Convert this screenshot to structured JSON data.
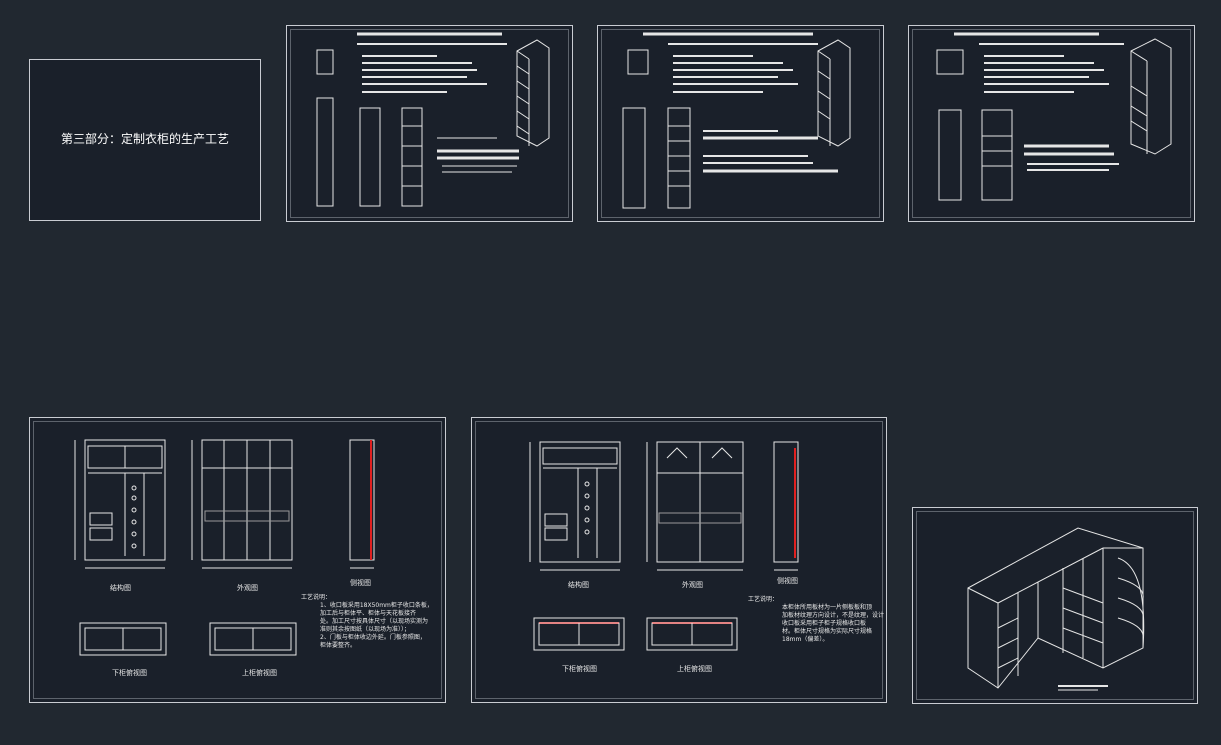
{
  "title_sheet": {
    "text": "第三部分：定制衣柜的生产工艺"
  },
  "wardrobe_sheet_1": {
    "views": {
      "interior": "结构图",
      "exterior": "外观图",
      "side": "侧视图",
      "lower": "下柜俯视图",
      "upper": "上柜俯视图"
    },
    "notes_title": "工艺说明：",
    "notes": "1、收口板采用18X50mm柜子收口条板，\n  加工后与柜体平、柜体与天花板接齐\n  处。加工尺寸按具体尺寸（以现场实测为\n  准则其余按图纸（以现场为准））；\n2、门板与柜体收边外延。门板参照图，\n  柜体要整齐。"
  },
  "wardrobe_sheet_2": {
    "views": {
      "interior": "结构图",
      "exterior": "外观图",
      "side": "侧视图",
      "lower": "下柜俯视图",
      "upper": "上柜俯视图"
    },
    "notes_title": "工艺说明：",
    "notes": "本柜体所用板材为一片侧板板和顶\n加板材纹理方向设计，不是纹理，设计\n收口板采用柜子柜子规格收口板\n材。柜体尺寸规格为实际尺寸规格\n18mm（偏差）。"
  }
}
